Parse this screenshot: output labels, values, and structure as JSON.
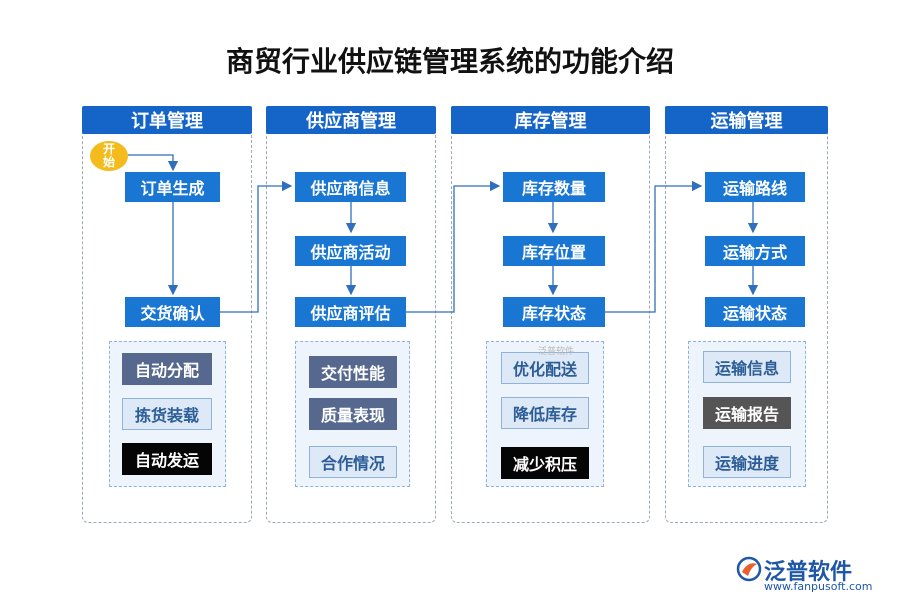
{
  "title": "商贸行业供应链管理系统的功能介绍",
  "start_label": "开始",
  "columns": [
    {
      "header": "订单管理",
      "steps": [
        "订单生成",
        "交货确认"
      ],
      "tags": [
        {
          "label": "自动分配",
          "style": "dark"
        },
        {
          "label": "拣货装载",
          "style": "light"
        },
        {
          "label": "自动发运",
          "style": "black"
        }
      ]
    },
    {
      "header": "供应商管理",
      "steps": [
        "供应商信息",
        "供应商活动",
        "供应商评估"
      ],
      "tags": [
        {
          "label": "交付性能",
          "style": "dark"
        },
        {
          "label": "质量表现",
          "style": "dark"
        },
        {
          "label": "合作情况",
          "style": "light"
        }
      ]
    },
    {
      "header": "库存管理",
      "steps": [
        "库存数量",
        "库存位置",
        "库存状态"
      ],
      "tags": [
        {
          "label": "优化配送",
          "style": "light"
        },
        {
          "label": "降低库存",
          "style": "light"
        },
        {
          "label": "减少积压",
          "style": "black"
        }
      ]
    },
    {
      "header": "运输管理",
      "steps": [
        "运输路线",
        "运输方式",
        "运输状态"
      ],
      "tags": [
        {
          "label": "运输信息",
          "style": "light"
        },
        {
          "label": "运输报告",
          "style": "gray"
        },
        {
          "label": "运输进度",
          "style": "light"
        }
      ]
    }
  ],
  "logo": {
    "icon": "fanpu-logo-icon",
    "name": "泛普软件",
    "url": "www.fanpusoft.com"
  },
  "watermark": "泛普软件",
  "colors": {
    "header": "#1565c8",
    "step": "#1976d2",
    "tag_dark": "#56688d",
    "tag_light_bg": "#dde9f6",
    "tag_black": "#050505",
    "tag_gray": "#555555",
    "start": "#f3bb1c",
    "arrow": "#2f6fbd"
  }
}
